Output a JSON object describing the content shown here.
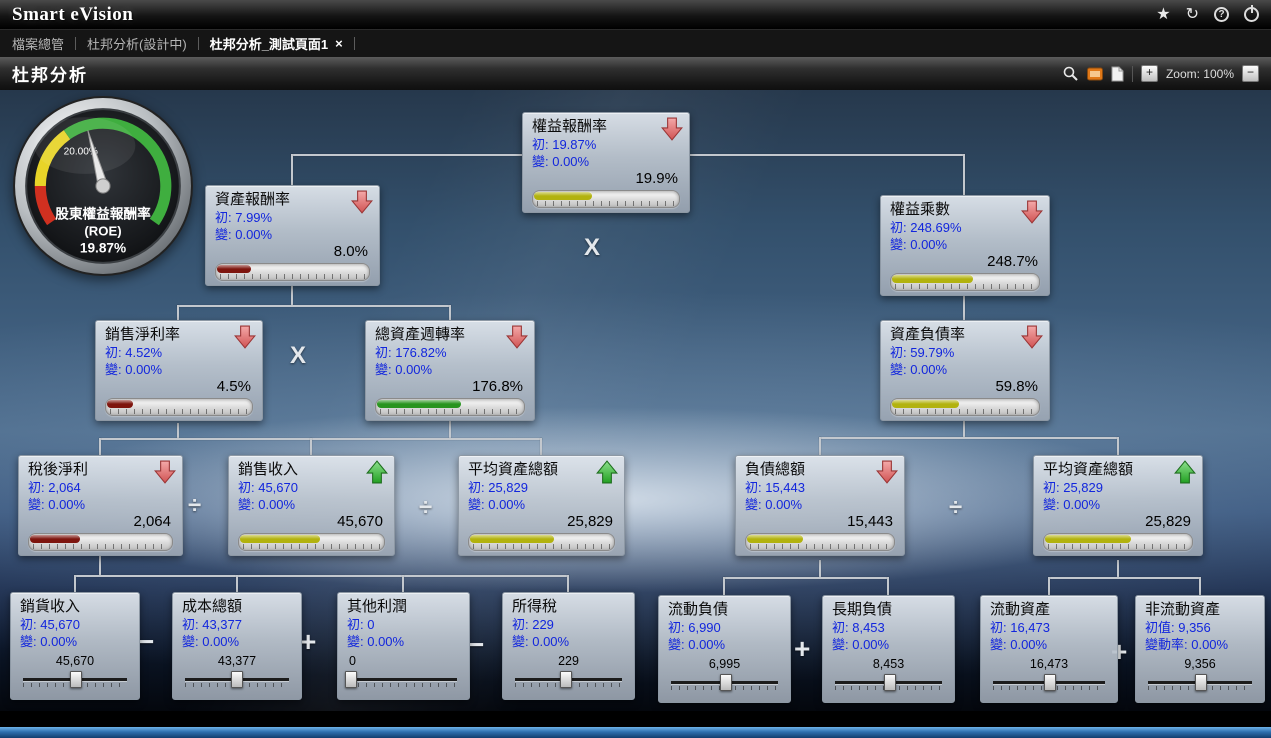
{
  "header": {
    "app_title": "Smart eVision",
    "icons": {
      "star": "★",
      "refresh": "↻",
      "help": "?"
    }
  },
  "tabs": [
    {
      "label": "檔案總管"
    },
    {
      "label": "杜邦分析(設計中)"
    },
    {
      "label": "杜邦分析_測試頁面1",
      "close": "×"
    }
  ],
  "toolbar": {
    "page_title": "杜邦分析",
    "zoom_in": "+",
    "zoom_label": "Zoom: 100%",
    "zoom_out": "−"
  },
  "gauge": {
    "tick_label": "20.00%",
    "title": "股東權益報酬率",
    "subtitle": "(ROE)",
    "value": "19.87%"
  },
  "nodes": [
    {
      "title": "權益報酬率",
      "init": "初: 19.87%",
      "change": "變: 0.00%",
      "value": "19.9%",
      "trend": "down",
      "meter_pct": "40%",
      "meter_color": "#b2b20e"
    },
    {
      "title": "資產報酬率",
      "init": "初: 7.99%",
      "change": "變: 0.00%",
      "value": "8.0%",
      "trend": "down",
      "meter_pct": "22%",
      "meter_color": "#7e150e"
    },
    {
      "title": "權益乘數",
      "init": "初: 248.69%",
      "change": "變: 0.00%",
      "value": "248.7%",
      "trend": "down",
      "meter_pct": "55%",
      "meter_color": "#b2b20e"
    },
    {
      "title": "銷售淨利率",
      "init": "初: 4.52%",
      "change": "變: 0.00%",
      "value": "4.5%",
      "trend": "down",
      "meter_pct": "18%",
      "meter_color": "#7e150e"
    },
    {
      "title": "總資產週轉率",
      "init": "初: 176.82%",
      "change": "變: 0.00%",
      "value": "176.8%",
      "trend": "down",
      "meter_pct": "57%",
      "meter_color": "#28941f"
    },
    {
      "title": "資產負債率",
      "init": "初: 59.79%",
      "change": "變: 0.00%",
      "value": "59.8%",
      "trend": "down",
      "meter_pct": "45%",
      "meter_color": "#b2b20e"
    },
    {
      "title": "稅後淨利",
      "init": "初: 2,064",
      "change": "變: 0.00%",
      "value": "2,064",
      "trend": "down",
      "meter_pct": "35%",
      "meter_color": "#7e150e"
    },
    {
      "title": "銷售收入",
      "init": "初: 45,670",
      "change": "變: 0.00%",
      "value": "45,670",
      "trend": "up",
      "meter_pct": "55%",
      "meter_color": "#b2b20e"
    },
    {
      "title": "平均資產總額",
      "init": "初: 25,829",
      "change": "變: 0.00%",
      "value": "25,829",
      "trend": "up",
      "meter_pct": "58%",
      "meter_color": "#b2b20e"
    },
    {
      "title": "負債總額",
      "init": "初: 15,443",
      "change": "變: 0.00%",
      "value": "15,443",
      "trend": "down",
      "meter_pct": "38%",
      "meter_color": "#b2b20e"
    },
    {
      "title": "平均資產總額",
      "init": "初: 25,829",
      "change": "變: 0.00%",
      "value": "25,829",
      "trend": "up",
      "meter_pct": "58%",
      "meter_color": "#b2b20e"
    }
  ],
  "leaves": [
    {
      "title": "銷貨收入",
      "init": "初: 45,670",
      "change": "變: 0.00%",
      "value": "45,670",
      "handle_pct": "50%",
      "align": "center"
    },
    {
      "title": "成本總額",
      "init": "初: 43,377",
      "change": "變: 0.00%",
      "value": "43,377",
      "handle_pct": "49%",
      "align": "center"
    },
    {
      "title": "其他利潤",
      "init": "初: 0",
      "change": "變: 0.00%",
      "value": "0",
      "handle_pct": "3%",
      "align": "left"
    },
    {
      "title": "所得稅",
      "init": "初: 229",
      "change": "變: 0.00%",
      "value": "229",
      "handle_pct": "47%",
      "align": "center"
    },
    {
      "title": "流動負債",
      "init": "初: 6,990",
      "change": "變: 0.00%",
      "value": "6,995",
      "handle_pct": "50%",
      "align": "center"
    },
    {
      "title": "長期負債",
      "init": "初: 8,453",
      "change": "變: 0.00%",
      "value": "8,453",
      "handle_pct": "50%",
      "align": "center"
    },
    {
      "title": "流動資產",
      "init": "初: 16,473",
      "change": "變: 0.00%",
      "value": "16,473",
      "handle_pct": "50%",
      "align": "center"
    },
    {
      "title": "非流動資產",
      "init": "初值: 9,356",
      "change": "變動率: 0.00%",
      "value": "9,356",
      "handle_pct": "50%",
      "align": "center"
    }
  ],
  "operators": [
    "X",
    "X",
    "÷",
    "÷",
    "÷",
    "−",
    "+",
    "−",
    "+",
    "+"
  ]
}
